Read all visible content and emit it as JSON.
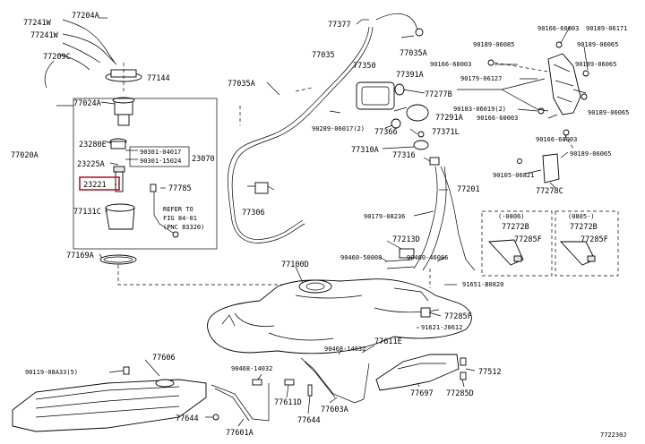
{
  "diagram": {
    "highlight_color": "#b0182e",
    "labels": {
      "p77241W_a": "77241W",
      "p77241W_b": "77241W",
      "p77204A": "77204A",
      "p77209C": "77209C",
      "p77144": "77144",
      "p77024A": "77024A",
      "p77020A": "77020A",
      "p23280E": "23280E",
      "p90301_04017": "90301-04017",
      "p90301_15024": "90301-15024",
      "p23070": "23070",
      "p23225A": "23225A",
      "p23221": "23221",
      "p77785": "77785",
      "p77131C": "77131C",
      "refer1": "REFER TO",
      "refer2": "FIG 84-01",
      "refer3": "(PNC 83320)",
      "p77169A": "77169A",
      "p77377": "77377",
      "p77035A_top": "77035A",
      "p77035": "77035",
      "p77035A_mid": "77035A",
      "p77350": "77350",
      "p77391A": "77391A",
      "p77277B": "77277B",
      "p77291A": "77291A",
      "p90289_06017": "90289-06017(2)",
      "p77366": "77366",
      "p77371L": "77371L",
      "p77310A": "77310A",
      "p77316": "77316",
      "p77306": "77306",
      "p77201": "77201",
      "p90179_08236": "90179-08236",
      "p77213D": "77213D",
      "p90460_50008": "90460-50008",
      "p90460_46086": "90460-46086",
      "p77100D": "77100D",
      "p91651_B0820": "91651-B0820",
      "p77285F_mid": "77285F",
      "p91621_J0612": "91621-J0612",
      "p90468_14032_a": "90468-14032",
      "p77611E": "77611E",
      "p77512": "77512",
      "p77606": "77606",
      "p90119_08A33": "90119-08A33(5)",
      "p90468_14032_b": "90468-14032",
      "p77611D": "77611D",
      "p77644": "77644",
      "p77603A": "77603A",
      "p77697": "77697",
      "p77285D": "77285D",
      "p77644b": "77644",
      "p77601A": "77601A",
      "p90166_60003_a": "90166-60003",
      "p90189_06171": "90189-06171",
      "p90189_06085": "90189-06085",
      "p90189_06065_a": "90189-06065",
      "p90166_60003_b": "90166-60003",
      "p90189_06065_b": "90189-06065",
      "p90179_06127": "90179-06127",
      "p90183_06019": "90183-06019(2)",
      "p90166_60003_c": "90166-60003",
      "p90189_06065_c": "90189-06065",
      "p90166_60003_d": "90166-60003",
      "p90189_06065_d": "90189-06065",
      "p90105_06821": "90105-06821",
      "p77278C": "77278C",
      "box1_title": "(-0806)",
      "box2_title": "(0805-)",
      "p77272B_a": "77272B",
      "p77285F_a": "77285F",
      "p77272B_b": "77272B",
      "p77285F_b": "77285F",
      "footer_code": "772230J"
    }
  }
}
